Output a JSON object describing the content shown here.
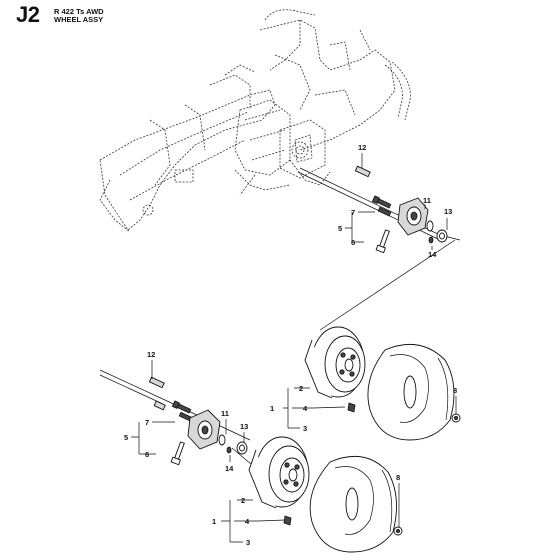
{
  "header": {
    "page_code": "J2",
    "model": "R 422 Ts AWD",
    "assembly": "WHEEL ASSY"
  },
  "callouts": {
    "upper": {
      "c1": "1",
      "c2": "2",
      "c3": "3",
      "c4": "4",
      "c5": "5",
      "c6": "6",
      "c7": "7",
      "c8": "8",
      "c11": "11",
      "c12": "12",
      "c13": "13",
      "c14": "14"
    },
    "lower": {
      "c1": "1",
      "c2": "2",
      "c3": "3",
      "c4": "4",
      "c5": "5",
      "c6": "6",
      "c7": "7",
      "c8": "8",
      "c11": "11",
      "c12": "12",
      "c13": "13",
      "c14": "14"
    }
  }
}
